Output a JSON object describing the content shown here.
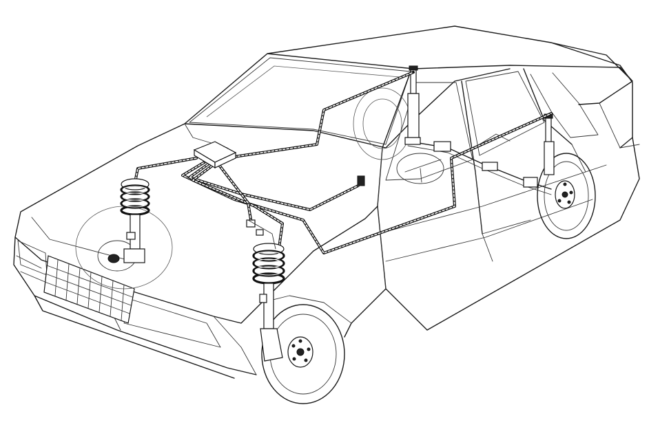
{
  "diagram": {
    "subject": "sedan-suspension-wiring-cutaway",
    "components": [
      {
        "id": "control-unit",
        "icon": "control-module-icon"
      },
      {
        "id": "front-left-strut",
        "icon": "coil-spring-strut-icon"
      },
      {
        "id": "front-right-strut",
        "icon": "coil-spring-strut-icon"
      },
      {
        "id": "rear-left-shock",
        "icon": "shock-absorber-icon"
      },
      {
        "id": "rear-right-shock",
        "icon": "shock-absorber-icon"
      },
      {
        "id": "front-right-wheel",
        "icon": "wheel-hub-icon"
      },
      {
        "id": "rear-right-wheel",
        "icon": "wheel-hub-icon"
      },
      {
        "id": "rear-axle",
        "icon": "drive-axle-icon"
      },
      {
        "id": "steering-wheel",
        "icon": "steering-wheel-icon"
      },
      {
        "id": "dash-switch",
        "icon": "switch-icon"
      },
      {
        "id": "engine-bay-sensor",
        "icon": "sensor-icon"
      }
    ],
    "colors": {
      "line": "#1a1a1a",
      "background": "#ffffff",
      "harness": "#111111"
    }
  }
}
